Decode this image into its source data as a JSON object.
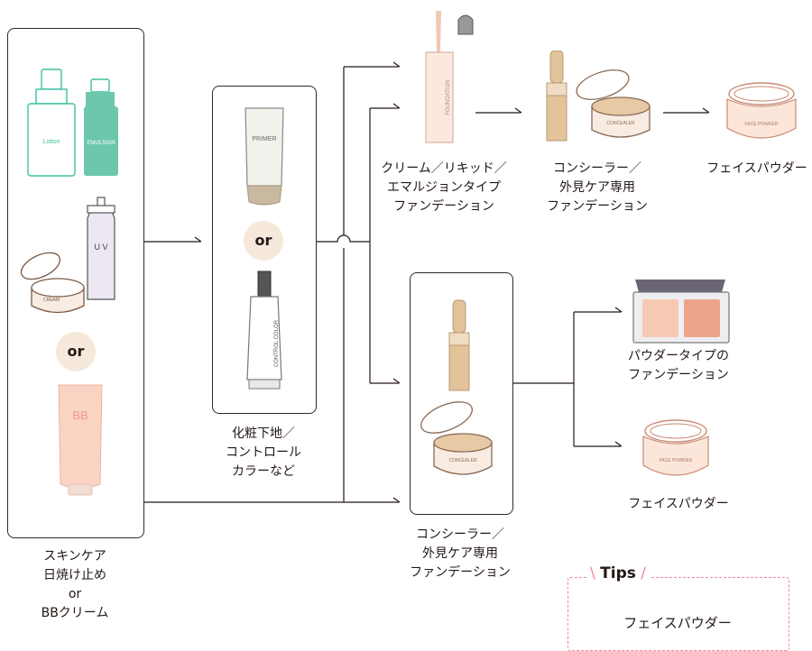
{
  "steps": {
    "skincare": {
      "label_lines": [
        "スキンケア",
        "日焼け止め",
        "or",
        "BBクリーム"
      ],
      "lotion_text": "Lotion",
      "emulsion_text": "EMULSION",
      "uv_text": "U V",
      "cream_text": "CREAM",
      "bb_text": "BB",
      "or_text": "or"
    },
    "primer": {
      "label_lines": [
        "化粧下地／",
        "コントロール",
        "カラーなど"
      ],
      "primer_text": "PRIMER",
      "control_text": "CONTROL COLOR",
      "or_text": "or"
    },
    "cream_foundation": {
      "label_lines": [
        "クリーム／リキッド／",
        "エマルジョンタイプ",
        "ファンデーション"
      ],
      "tube_text": "FOUNDATION"
    },
    "concealer_top": {
      "label_lines": [
        "コンシーラー／",
        "外見ケア専用",
        "ファンデーション"
      ],
      "jar_text": "CONCEALER"
    },
    "powder_top": {
      "label_lines": [
        "フェイスパウダー"
      ],
      "jar_text": "FACE POWDER"
    },
    "concealer_bottom": {
      "label_lines": [
        "コンシーラー／",
        "外見ケア専用",
        "ファンデーション"
      ],
      "jar_text": "CONCEALER"
    },
    "powder_foundation": {
      "label_lines": [
        "パウダータイプの",
        "ファンデーション"
      ]
    },
    "powder_bottom": {
      "label_lines": [
        "フェイスパウダー"
      ],
      "jar_text": "FACE POWDER"
    }
  },
  "tips": {
    "title": "Tips",
    "body": "フェイスパウダー"
  },
  "colors": {
    "line": "#231815",
    "box_border": "#2b2b2b",
    "or_badge": "#f6e8da",
    "tips_accent": "#ef8a94",
    "lotion": "#3fbfa0",
    "emulsion": "#6cc7ad",
    "bb_tube": "#fbd3c2",
    "primer_cap": "#c9b9a1",
    "foundation_tube": "#fde8e0",
    "concealer": "#e2c39a",
    "powder": "#fbe6d9",
    "compact_left": "#f7c9b3",
    "compact_right": "#eda48d"
  }
}
